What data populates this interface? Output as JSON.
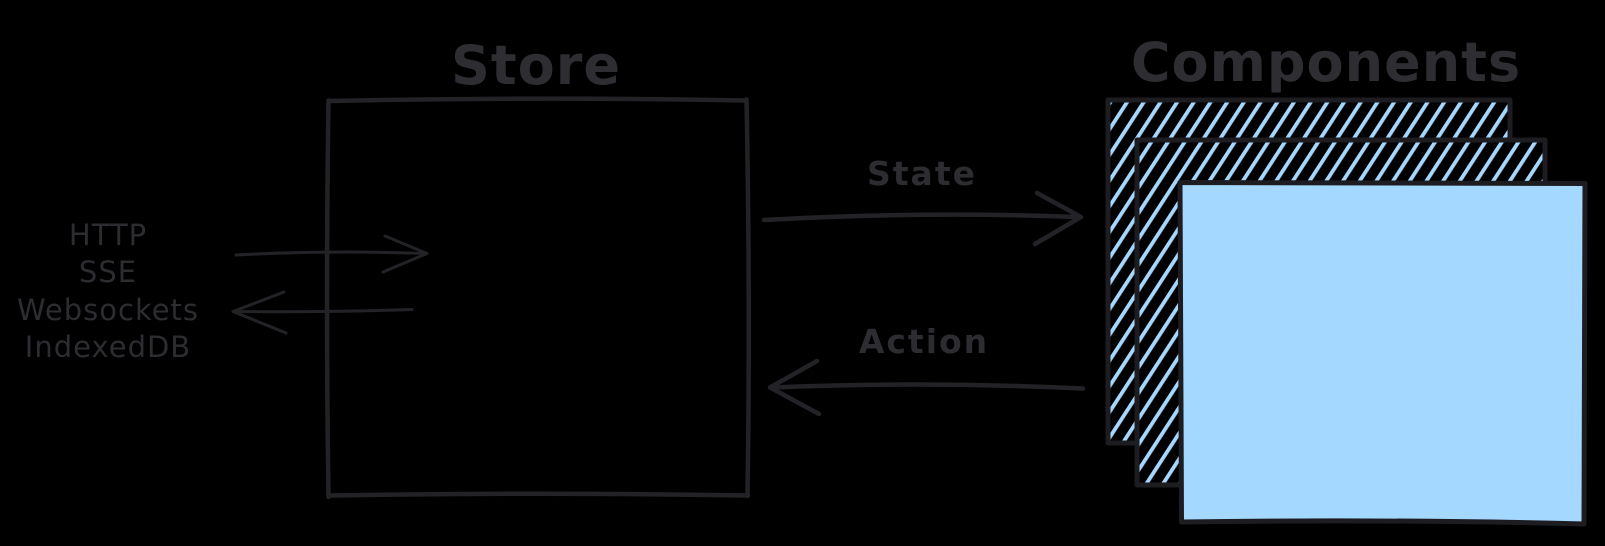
{
  "canvas": {
    "background_color": "#000000",
    "ink_color": "#2c2c31",
    "accent_blue": "#a5d8ff"
  },
  "store": {
    "title": "Store",
    "transports": [
      "HTTP",
      "SSE",
      "Websockets",
      "IndexedDB"
    ]
  },
  "components": {
    "title": "Components",
    "card_count": 3
  },
  "flows": {
    "state_label": "State",
    "action_label": "Action"
  }
}
